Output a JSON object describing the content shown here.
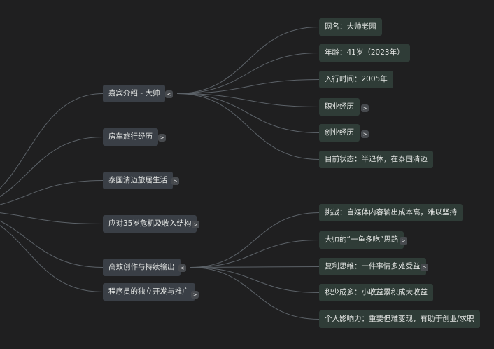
{
  "colors": {
    "background": "#1f1f20",
    "edge": "#5c6268",
    "level1_node": "#3a3f46",
    "level2_node": "#2f3c37",
    "toggle": "#474a4e",
    "text": "#e4e6e4"
  },
  "mindmap": {
    "level1": [
      {
        "label": "嘉宾介绍 - 大帅",
        "toggle": "<",
        "expanded": true
      },
      {
        "label": "房车旅行经历",
        "toggle": ">",
        "expanded": false
      },
      {
        "label": "泰国清迈旅居生活",
        "toggle": ">",
        "expanded": false
      },
      {
        "label": "应对35岁危机及收入结构",
        "toggle": ">",
        "expanded": false
      },
      {
        "label": "高效创作与持续输出",
        "toggle": "<",
        "expanded": true
      },
      {
        "label": "程序员的独立开发与推广",
        "toggle": ">",
        "expanded": false
      }
    ],
    "guest_children": [
      {
        "label": "网名：大帅老园",
        "toggle": ""
      },
      {
        "label": "年龄：41岁（2023年）",
        "toggle": ""
      },
      {
        "label": "入行时间：2005年",
        "toggle": ""
      },
      {
        "label": "职业经历",
        "toggle": ">"
      },
      {
        "label": "创业经历",
        "toggle": ">"
      },
      {
        "label": "目前状态：半退休，在泰国清迈",
        "toggle": ""
      }
    ],
    "creation_children": [
      {
        "label": "挑战：自媒体内容输出成本高，难以坚持",
        "toggle": ""
      },
      {
        "label": "大帅的“一鱼多吃”思路",
        "toggle": ">"
      },
      {
        "label": "复利思维：一件事情多处受益",
        "toggle": ">"
      },
      {
        "label": "积少成多：小收益累积成大收益",
        "toggle": ""
      },
      {
        "label": "个人影响力：重要但难变现，有助于创业/求职",
        "toggle": ""
      }
    ]
  }
}
